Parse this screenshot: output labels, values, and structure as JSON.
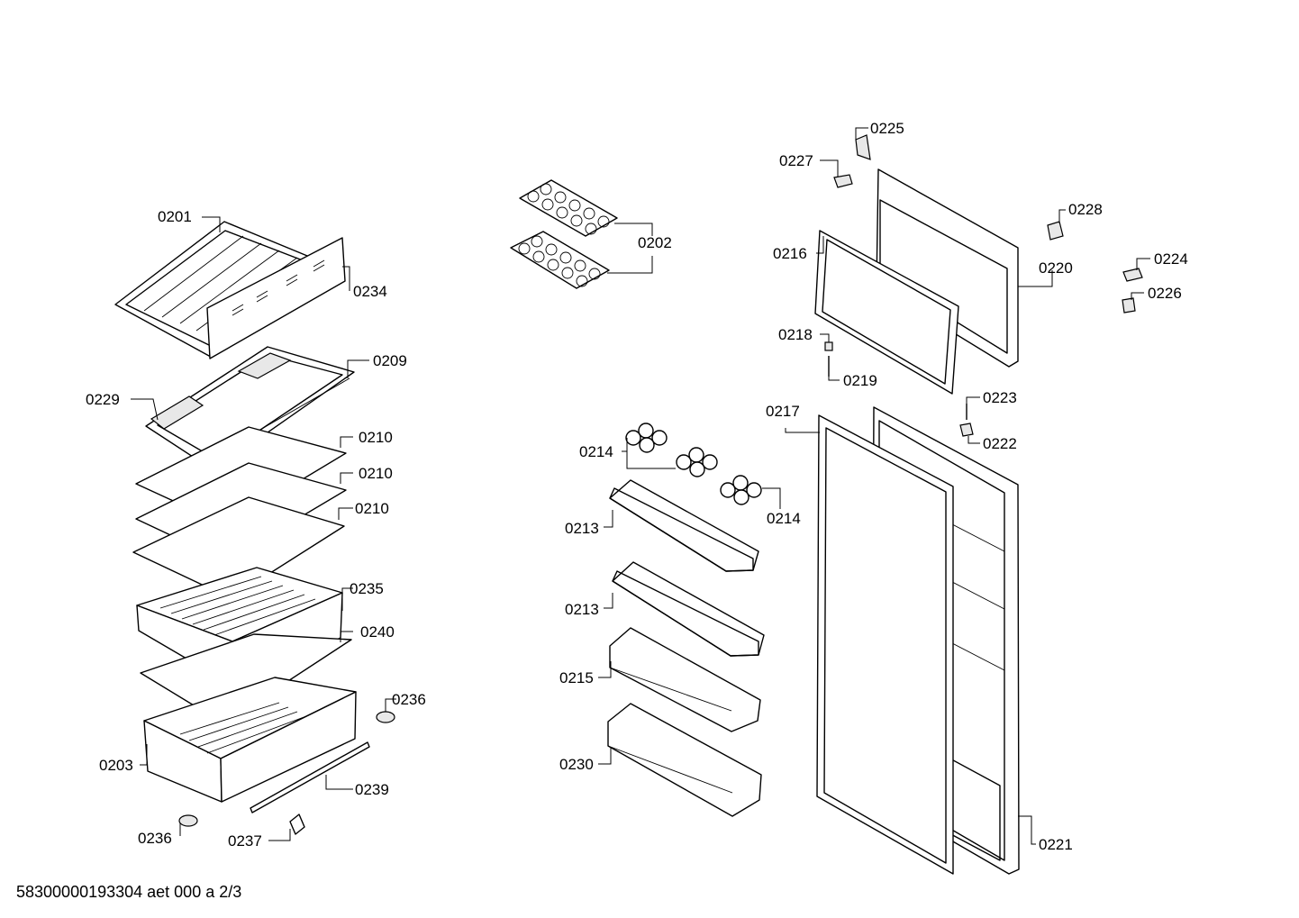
{
  "footer": "58300000193304 aet 000 a 2/3",
  "labels": {
    "p0201": "0201",
    "p0234": "0234",
    "p0209": "0209",
    "p0229": "0229",
    "p0210a": "0210",
    "p0210b": "0210",
    "p0210c": "0210",
    "p0235": "0235",
    "p0240": "0240",
    "p0236a": "0236",
    "p0203": "0203",
    "p0239": "0239",
    "p0236b": "0236",
    "p0237": "0237",
    "p0202": "0202",
    "p0214a": "0214",
    "p0214b": "0214",
    "p0213a": "0213",
    "p0213b": "0213",
    "p0215": "0215",
    "p0230": "0230",
    "p0225": "0225",
    "p0227": "0227",
    "p0228": "0228",
    "p0216": "0216",
    "p0220": "0220",
    "p0224": "0224",
    "p0226": "0226",
    "p0218": "0218",
    "p0219": "0219",
    "p0223": "0223",
    "p0222": "0222",
    "p0217": "0217",
    "p0221": "0221"
  }
}
